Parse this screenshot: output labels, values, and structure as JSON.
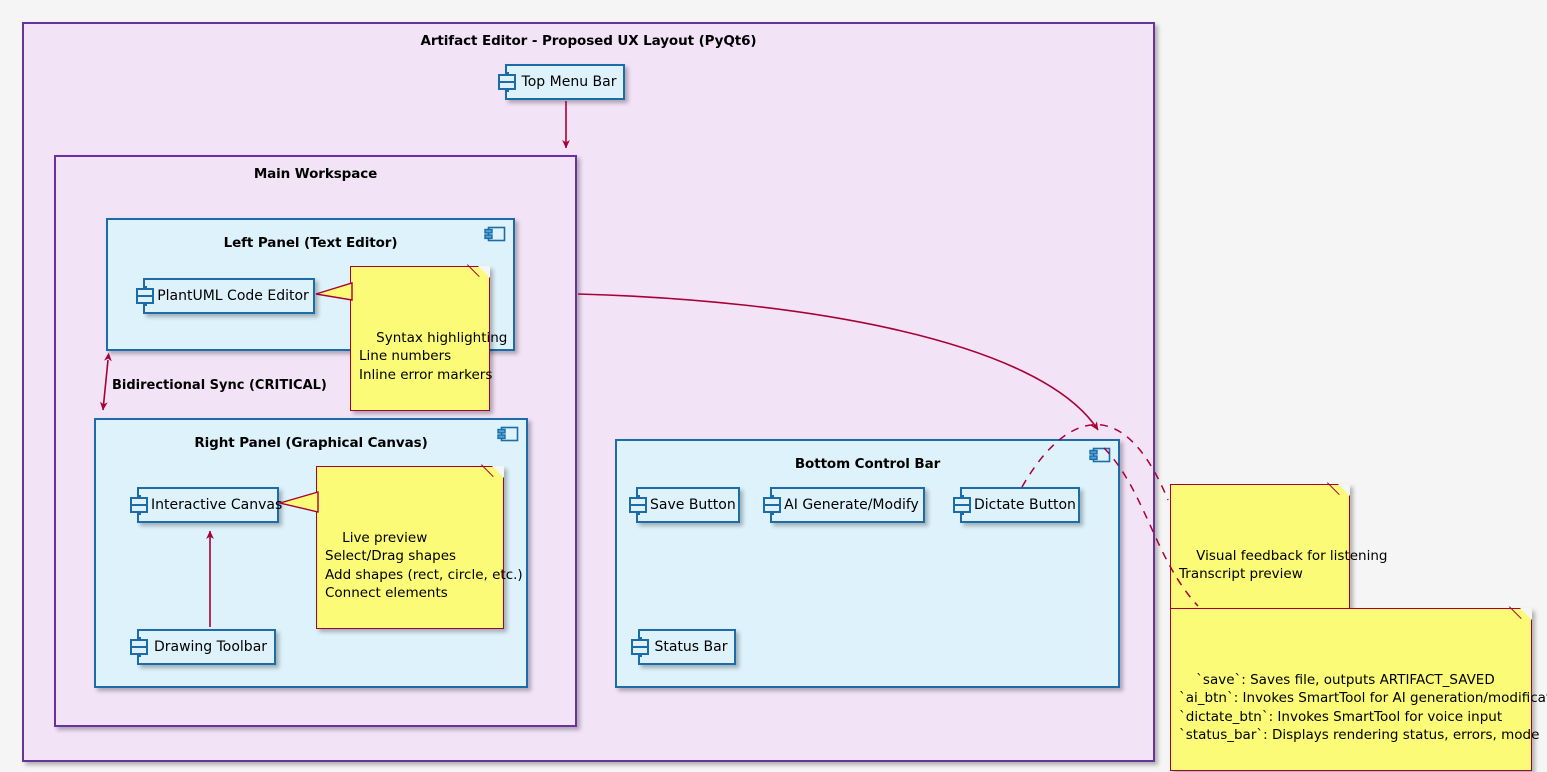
{
  "diagram": {
    "title": "Artifact Editor - Proposed UX Layout (PyQt6)",
    "colors": {
      "page_background": "#f5f5f5",
      "package_border": "#6A329F",
      "package_fill": "#F2E3F7",
      "component_border": "#1B6CA8",
      "component_fill": "#DEF2FB",
      "note_border": "#A80036",
      "note_fill": "#FBFB77",
      "arrow": "#A80036"
    }
  },
  "top_menu_bar": {
    "label": "Top Menu Bar"
  },
  "main_workspace": {
    "title": "Main Workspace",
    "left_panel": {
      "title": "Left Panel (Text Editor)",
      "node_label": "PlantUML Code Editor",
      "note": "Syntax highlighting\nLine numbers\nInline error markers"
    },
    "right_panel": {
      "title": "Right Panel (Graphical Canvas)",
      "canvas_label": "Interactive Canvas",
      "toolbar_label": "Drawing Toolbar",
      "note": "Live preview\nSelect/Drag shapes\nAdd shapes (rect, circle, etc.)\nConnect elements"
    },
    "sync_label": "Bidirectional Sync (CRITICAL)"
  },
  "bottom_control_bar": {
    "title": "Bottom Control Bar",
    "buttons": [
      {
        "label": "Save Button"
      },
      {
        "label": "AI Generate/Modify"
      },
      {
        "label": "Dictate Button"
      }
    ],
    "status_bar_label": "Status Bar",
    "dictate_note": "Visual feedback for listening\nTranscript preview",
    "controls_note": "`save`: Saves file, outputs ARTIFACT_SAVED\n`ai_btn`: Invokes SmartTool for AI generation/modification\n`dictate_btn`: Invokes SmartTool for voice input\n`status_bar`: Displays rendering status, errors, mode"
  }
}
